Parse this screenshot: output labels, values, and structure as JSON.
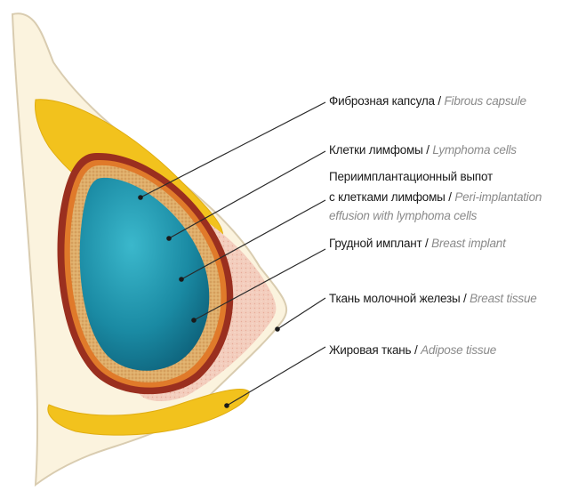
{
  "labels": [
    {
      "ru": "Фиброзная капсула",
      "sep": " / ",
      "en": "Fibrous capsule"
    },
    {
      "ru": "Клетки лимфомы",
      "sep": " / ",
      "en": "Lymphoma cells"
    },
    {
      "ru_line1": "Периимплантационный выпот",
      "ru_line2": "с клетками лимфомы",
      "sep": " / ",
      "en_line1": "Peri-implantation",
      "en_line2": "effusion with lymphoma cells"
    },
    {
      "ru": "Грудной имплант",
      "sep": " / ",
      "en": "Breast implant"
    },
    {
      "ru": "Ткань молочной железы",
      "sep": " / ",
      "en": "Breast tissue"
    },
    {
      "ru": "Жировая ткань",
      "sep": " / ",
      "en": "Adipose tissue"
    }
  ],
  "colors": {
    "skin": "#fbf3de",
    "outline": "#d9ccb0",
    "adipose": "#f2c21d",
    "breast_tissue": "#f0c7b6",
    "fibrous_capsule": "#9a2f1f",
    "lymphoma_layer": "#e07a2a",
    "effusion": "#d9a35a",
    "implant": "#1f8fa8",
    "leader": "#2a2a2a"
  }
}
